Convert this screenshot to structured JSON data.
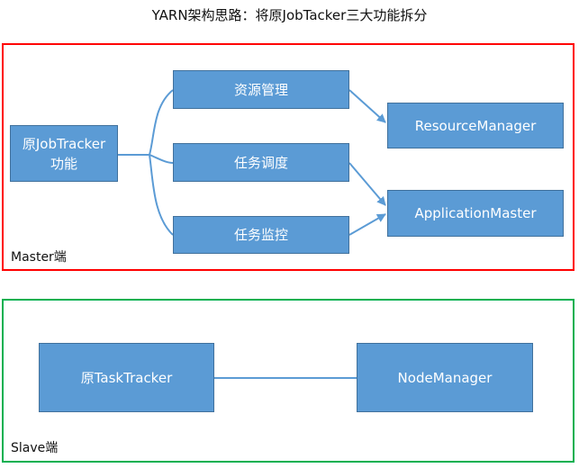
{
  "title": "YARN架构思路：将原JobTacker三大功能拆分",
  "master": {
    "label": "Master端",
    "source_line1": "原JobTracker",
    "source_line2": "功能",
    "functions": [
      "资源管理",
      "任务调度",
      "任务监控"
    ],
    "targets": [
      "ResourceManager",
      "ApplicationMaster"
    ]
  },
  "slave": {
    "label": "Slave端",
    "source": "原TaskTracker",
    "target": "NodeManager"
  },
  "colors": {
    "box_fill": "#5b9bd5",
    "box_border": "#41719c",
    "connector": "#5b9bd5",
    "master_border": "#ff0000",
    "slave_border": "#00b050"
  }
}
